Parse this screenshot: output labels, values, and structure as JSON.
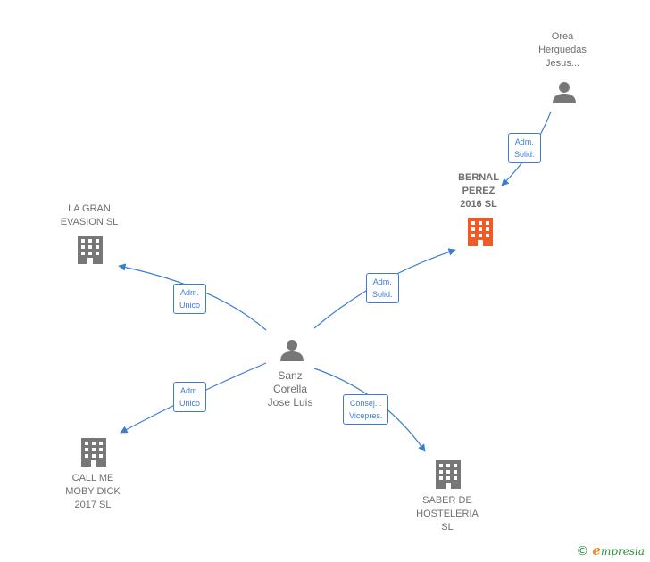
{
  "nodes": {
    "orea": {
      "lines": [
        "Orea",
        "Herguedas",
        "Jesus..."
      ]
    },
    "bernal": {
      "lines": [
        "BERNAL",
        "PEREZ",
        "2016  SL"
      ]
    },
    "gran_evasion": {
      "lines": [
        "LA GRAN",
        "EVASION SL"
      ]
    },
    "sanz": {
      "lines": [
        "Sanz",
        "Corella",
        "Jose Luis"
      ]
    },
    "call_me": {
      "lines": [
        "CALL ME",
        "MOBY DICK",
        "2017  SL"
      ]
    },
    "saber": {
      "lines": [
        "SABER DE",
        "HOSTELERIA",
        "SL"
      ]
    }
  },
  "relations": {
    "orea_bernal": [
      "Adm.",
      "Solid."
    ],
    "sanz_bernal": [
      "Adm.",
      "Solid."
    ],
    "sanz_gran": [
      "Adm.",
      "Unico"
    ],
    "sanz_callme": [
      "Adm.",
      "Unico"
    ],
    "sanz_saber": [
      "Consej. .",
      "Vicepres."
    ]
  },
  "colors": {
    "edge": "#3b7ed1",
    "icon": "#777777",
    "highlight": "#f05a28",
    "brand": "#2a8e3e"
  },
  "icons": {
    "person": "person-icon",
    "building": "building-icon"
  },
  "brand": {
    "copyright": "©",
    "e": "e",
    "name": "mpresia"
  }
}
